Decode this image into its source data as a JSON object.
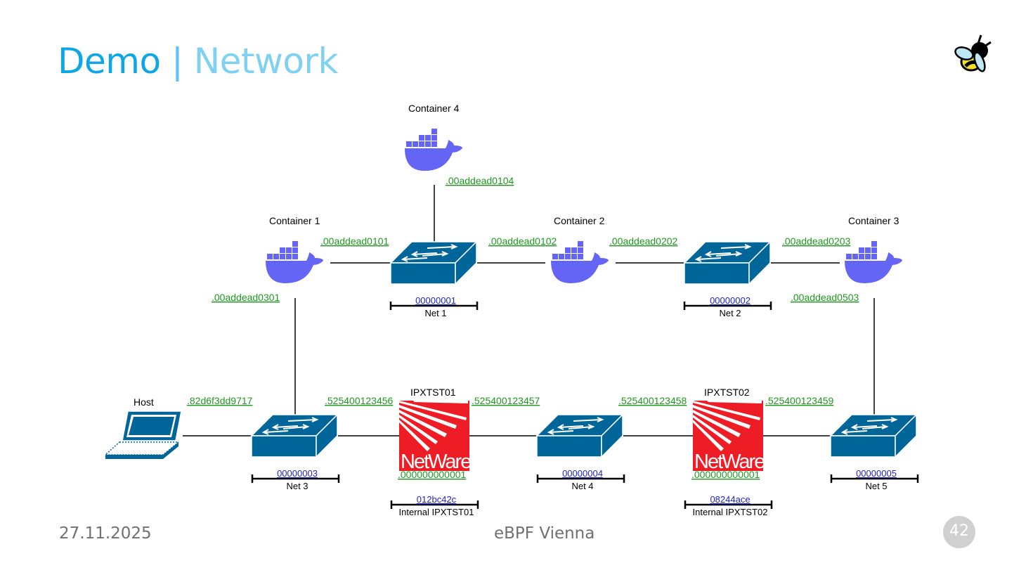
{
  "slide": {
    "title_main": "Demo",
    "title_separator": "|",
    "title_sub": "Network",
    "logo": "bee-icon",
    "footer": {
      "date": "27.11.2025",
      "event": "eBPF Vienna",
      "page": "42"
    }
  },
  "colors": {
    "title_primary": "#0fa6e6",
    "title_secondary": "#7fd1f3",
    "switch": "#006699",
    "docker": "#6464f5",
    "netware": "#ee1c24",
    "mac_text": "#1c9a1c",
    "net_number_text": "#2222cc"
  },
  "diagram": {
    "containers": [
      {
        "id": "c1",
        "label": "Container 1",
        "icon": "docker-icon"
      },
      {
        "id": "c2",
        "label": "Container 2",
        "icon": "docker-icon"
      },
      {
        "id": "c3",
        "label": "Container 3",
        "icon": "docker-icon"
      },
      {
        "id": "c4",
        "label": "Container 4",
        "icon": "docker-icon"
      }
    ],
    "host": {
      "label": "Host",
      "icon": "laptop-icon"
    },
    "routers": [
      {
        "id": "r1",
        "label": "IPXTST01",
        "logo_text": "NetWare",
        "node": ".000000000001",
        "internal_net": "012bc42c",
        "internal_label": "Internal IPXTST01"
      },
      {
        "id": "r2",
        "label": "IPXTST02",
        "logo_text": "NetWare",
        "node": ".000000000001",
        "internal_net": "08244ace",
        "internal_label": "Internal IPXTST02"
      }
    ],
    "networks": [
      {
        "id": "n1",
        "number": "00000001",
        "name": "Net 1"
      },
      {
        "id": "n2",
        "number": "00000002",
        "name": "Net 2"
      },
      {
        "id": "n3",
        "number": "00000003",
        "name": "Net 3"
      },
      {
        "id": "n4",
        "number": "00000004",
        "name": "Net 4"
      },
      {
        "id": "n5",
        "number": "00000005",
        "name": "Net 5"
      }
    ],
    "interfaces": {
      "c4_n1": ".00addead0104",
      "c1_n1": ".00addead0101",
      "c2_n1": ".00addead0102",
      "c2_n2": ".00addead0202",
      "c3_n2": ".00addead0203",
      "c1_n3": ".00addead0301",
      "c3_n5": ".00addead0503",
      "host_n3": ".82d6f3dd9717",
      "r1_n3": ".525400123456",
      "r1_n4": ".525400123457",
      "r2_n4": ".525400123458",
      "r2_n5": ".525400123459"
    }
  }
}
